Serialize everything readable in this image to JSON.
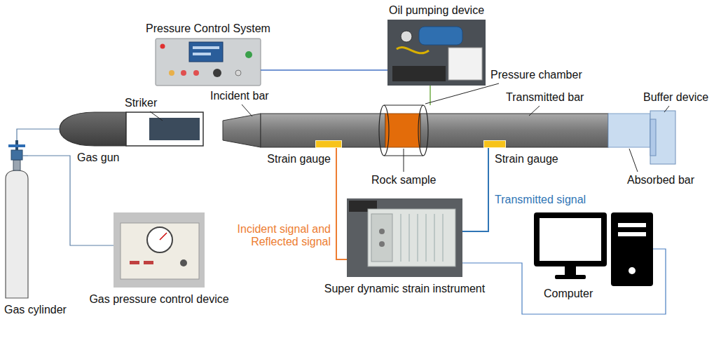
{
  "diagram": {
    "nodes": [
      {
        "text": [
          "Gas cylinder"
        ]
      },
      {
        "text": [
          "Gas gun"
        ]
      },
      {
        "text": [
          "Pressure Control System"
        ]
      },
      {
        "text": [
          "Oil pumping device"
        ]
      },
      {
        "text": [
          "Strain gauge"
        ]
      },
      {
        "text": [
          "Strain gauge"
        ]
      },
      {
        "text": [
          "Super dynamic strain instrument"
        ]
      },
      {
        "text": [
          "Computer"
        ]
      },
      {
        "text": [
          "Gas pressure control device"
        ]
      }
    ],
    "edges": [
      {
        "from": 0,
        "to": 1,
        "arrow": "none"
      },
      {
        "from": 0,
        "to": 8,
        "arrow": "none"
      },
      {
        "from": 2,
        "to": 3,
        "arrow": "none"
      },
      {
        "from": 4,
        "to": 6,
        "label": "Incident signal and Reflected signal",
        "arrow": "none"
      },
      {
        "from": 5,
        "to": 6,
        "label": "Transmitted signal",
        "arrow": "none"
      },
      {
        "from": 6,
        "to": 7,
        "arrow": "none"
      }
    ],
    "labels": [
      "Pressure chamber",
      "Striker",
      "Incident bar",
      "Transmitted bar",
      "Buffer device",
      "Rock sample",
      "Absorbed bar"
    ]
  }
}
